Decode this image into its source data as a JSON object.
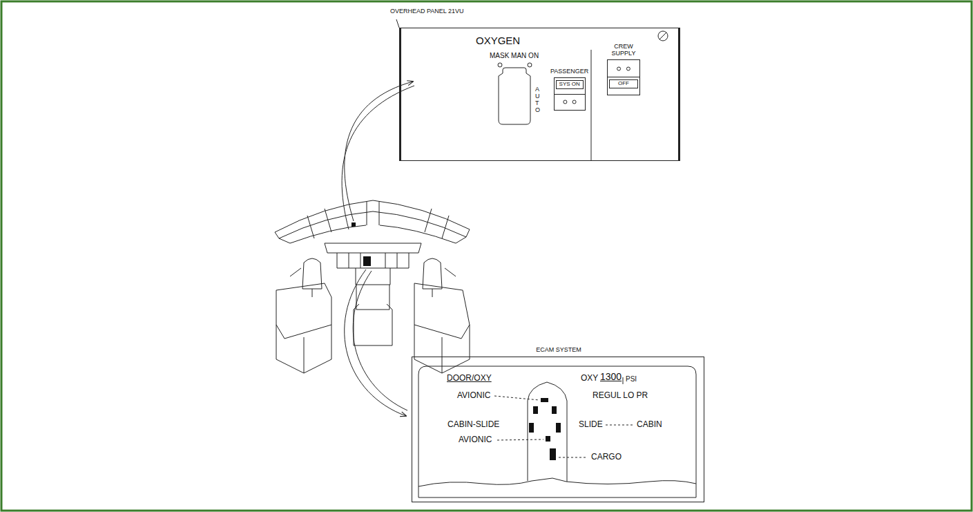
{
  "diagram": {
    "nodes": [
      {
        "text": [
          "OXYGEN"
        ]
      },
      {
        "text": [
          "MASK MAN ON",
          "AUTO"
        ],
        "in": 0
      },
      {
        "text": [
          "PASSENGER",
          "SYS ON"
        ],
        "in": 0
      },
      {
        "text": [
          "CREW SUPPLY",
          "OFF"
        ],
        "in": 0
      },
      {
        "text": [
          "ECAM SYSTEM"
        ]
      }
    ],
    "labels": [
      "OVERHEAD PANEL 21VU",
      "DOOR/OXY",
      "OXY",
      "1300",
      "PSI",
      "AVIONIC",
      "REGUL LO PR",
      "CABIN-SLIDE",
      "SLIDE",
      "CABIN",
      "AVIONIC",
      "CARGO"
    ]
  }
}
